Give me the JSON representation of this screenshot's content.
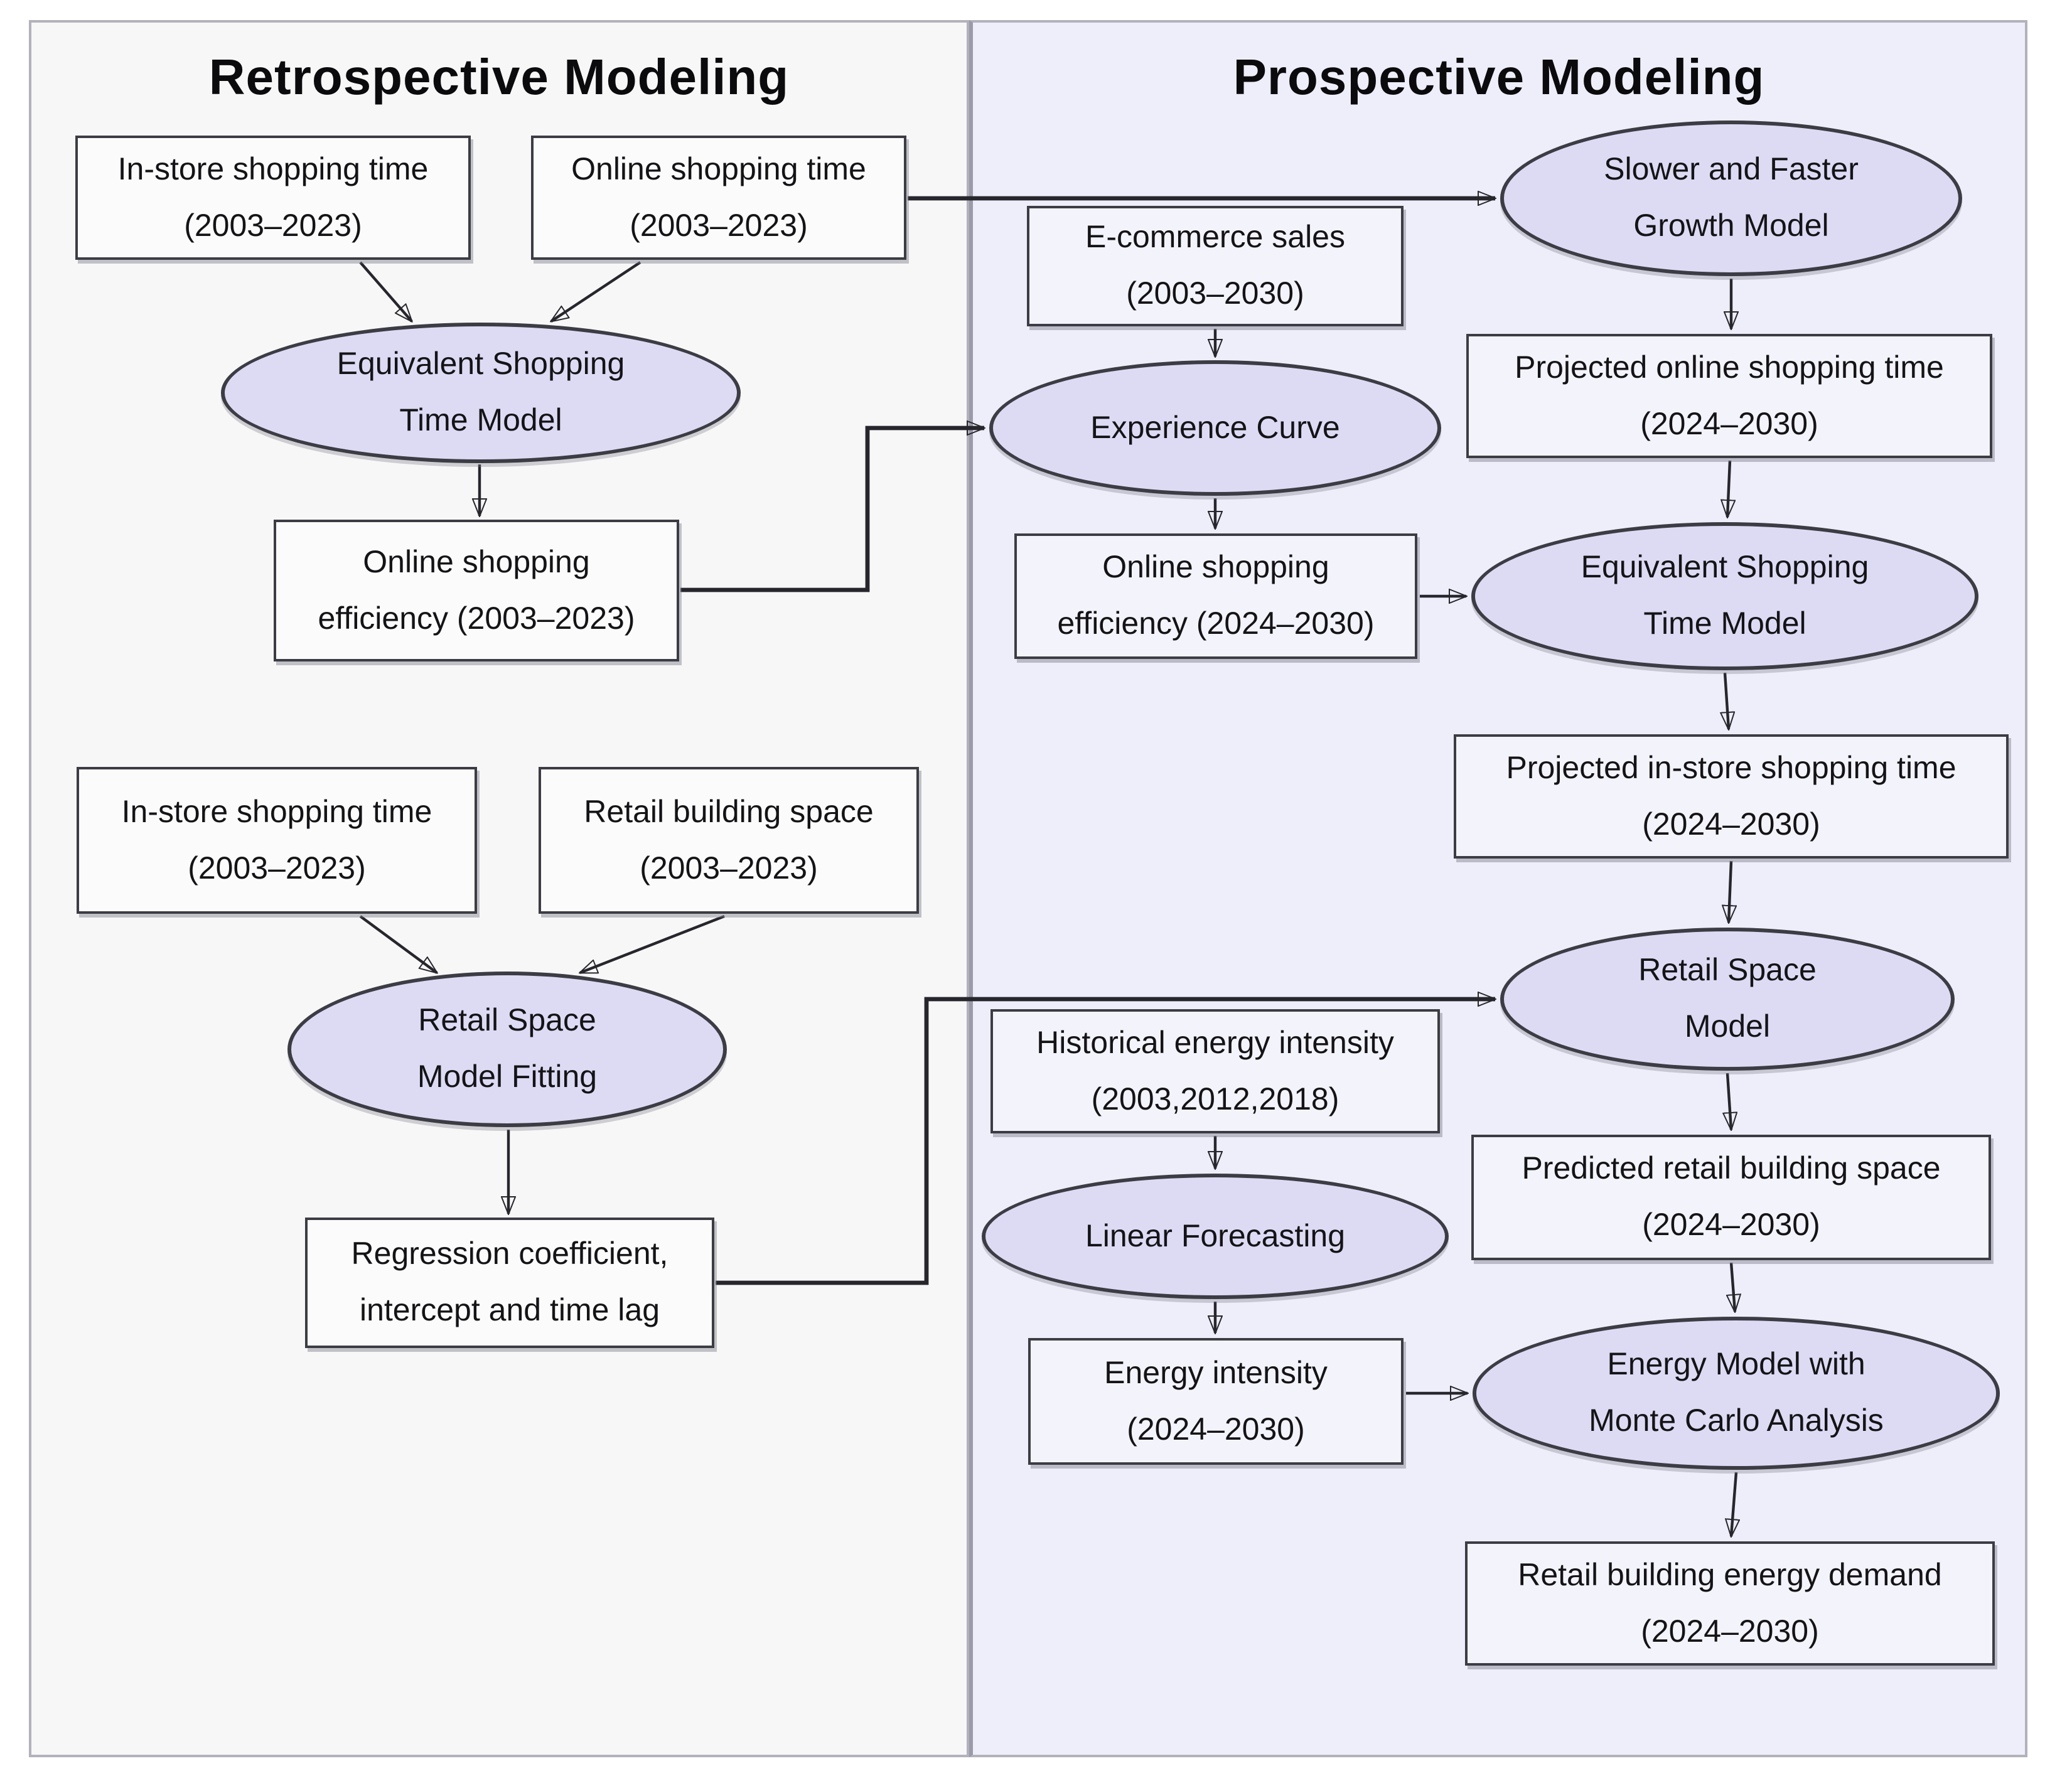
{
  "figure": {
    "colors": {
      "ellipse_fill": "#dddbf4",
      "box_fill_left": "#fbfbfc",
      "box_fill_right": "#f3f3fb",
      "panel_left_bg": "#f7f7f8",
      "panel_right_bg": "#eeeefa",
      "node_border": "#3c3c44",
      "arrow": "#26262c",
      "panel_border": "#b2b2bc",
      "title_color": "#0b0b0d"
    },
    "left_panel": {
      "title": "Retrospective Modeling",
      "nodes": {
        "instore_time_top": {
          "type": "box",
          "label": "In-store shopping time\n(2003–2023)"
        },
        "online_time": {
          "type": "box",
          "label": "Online shopping time\n(2003–2023)"
        },
        "equiv_model": {
          "type": "ellipse",
          "label": "Equivalent Shopping\nTime Model"
        },
        "online_eff_hist": {
          "type": "box",
          "label": "Online shopping\nefficiency (2003–2023)"
        },
        "instore_time_bottom": {
          "type": "box",
          "label": "In-store shopping time\n(2003–2023)"
        },
        "retail_building_space": {
          "type": "box",
          "label": "Retail building space\n(2003–2023)"
        },
        "space_model_fitting": {
          "type": "ellipse",
          "label": "Retail Space\nModel Fitting"
        },
        "regression_outputs": {
          "type": "box",
          "label": "Regression coefficient,\nintercept and time lag"
        }
      }
    },
    "right_panel": {
      "title": "Prospective Modeling",
      "nodes": {
        "growth_model": {
          "type": "ellipse",
          "label": "Slower and Faster\nGrowth Model"
        },
        "ecommerce_sales": {
          "type": "box",
          "label": "E-commerce sales\n(2003–2030)"
        },
        "experience_curve": {
          "type": "ellipse",
          "label": "Experience Curve"
        },
        "proj_online_time": {
          "type": "box",
          "label": "Projected online shopping time\n(2024–2030)"
        },
        "equiv_model": {
          "type": "ellipse",
          "label": "Equivalent Shopping\nTime Model"
        },
        "online_eff_proj": {
          "type": "box",
          "label": "Online shopping\nefficiency (2024–2030)"
        },
        "proj_instore_time": {
          "type": "box",
          "label": "Projected in-store shopping time\n(2024–2030)"
        },
        "retail_space_model": {
          "type": "ellipse",
          "label": "Retail Space\nModel"
        },
        "hist_energy_intensity": {
          "type": "box",
          "label": "Historical energy intensity\n(2003,2012,2018)"
        },
        "linear_forecasting": {
          "type": "ellipse",
          "label": "Linear Forecasting"
        },
        "pred_retail_space": {
          "type": "box",
          "label": "Predicted retail building space\n(2024–2030)"
        },
        "energy_intensity": {
          "type": "box",
          "label": "Energy intensity\n(2024–2030)"
        },
        "energy_model": {
          "type": "ellipse",
          "label": "Energy Model with\nMonte Carlo Analysis"
        },
        "energy_demand": {
          "type": "box",
          "label": "Retail building energy demand\n(2024–2030)"
        }
      }
    }
  }
}
